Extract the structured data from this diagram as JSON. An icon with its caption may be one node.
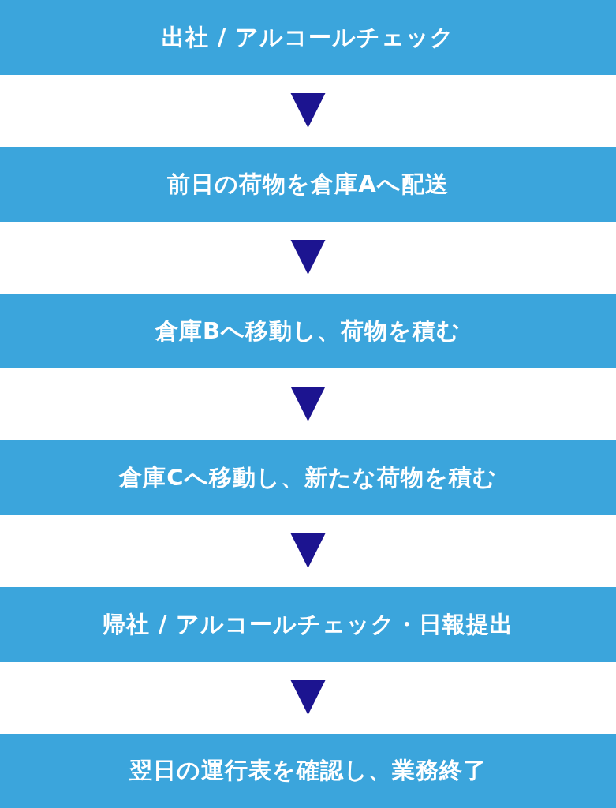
{
  "diagram": {
    "nodes": [
      {
        "text": [
          "出社 / アルコールチェック"
        ]
      },
      {
        "text": [
          "前日の荷物を倉庫Aへ配送"
        ]
      },
      {
        "text": [
          "倉庫Bへ移動し、荷物を積む"
        ]
      },
      {
        "text": [
          "倉庫Cへ移動し、新たな荷物を積む"
        ]
      },
      {
        "text": [
          "帰社 / アルコールチェック・日報提出"
        ]
      },
      {
        "text": [
          "翌日の運行表を確認し、業務終了"
        ]
      }
    ],
    "edges": [
      {
        "from": 0,
        "to": 1,
        "arrow": "to"
      },
      {
        "from": 1,
        "to": 2,
        "arrow": "to"
      },
      {
        "from": 2,
        "to": 3,
        "arrow": "to"
      },
      {
        "from": 3,
        "to": 4,
        "arrow": "to"
      },
      {
        "from": 4,
        "to": 5,
        "arrow": "to"
      }
    ]
  }
}
